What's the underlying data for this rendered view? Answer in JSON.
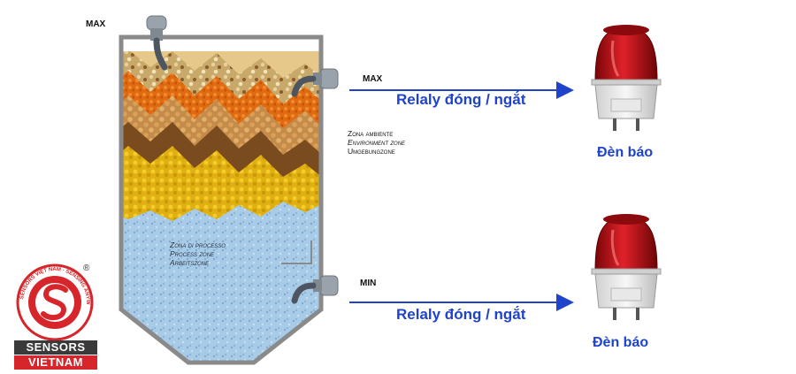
{
  "labels": {
    "max_top": "MAX",
    "max_arrow": "MAX",
    "min_arrow": "MIN"
  },
  "relay_text": {
    "top": "Relaly đóng / ngắt",
    "bottom": "Relaly đóng / ngắt"
  },
  "lamp_text": {
    "top": "Đèn báo",
    "bottom": "Đèn báo"
  },
  "environment_zone": [
    "Zona ambiente",
    "Environment zone",
    "Umgebungzone"
  ],
  "process_zone": [
    "Zona di processo",
    "Process zone",
    "Arbeitszone"
  ],
  "logo": {
    "ring_text": "SENSORS VIỆT NAM · SENSING ANYWHERE",
    "registered": "®",
    "brand_top": "SENSORS",
    "brand_bottom": "VIETNAM"
  },
  "colors": {
    "arrow_blue": "#1f43c9",
    "lamp_red": "#b30d12",
    "brand_red": "#d7262b",
    "process_blue": "#9cc3e6"
  },
  "icons": [
    "level-sensor-icon",
    "beacon-lamp-icon",
    "arrow-right-icon",
    "sensors-vietnam-logo"
  ]
}
